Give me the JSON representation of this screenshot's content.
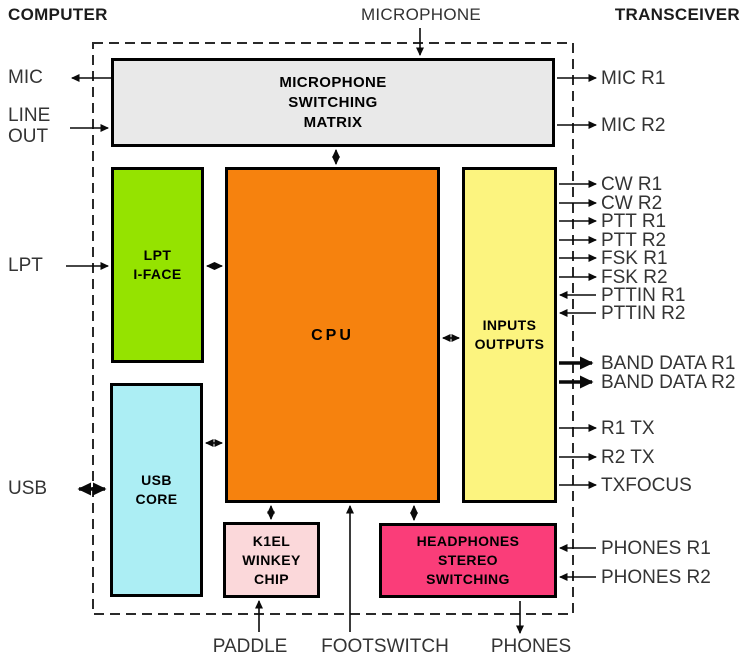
{
  "headers": {
    "computer": "COMPUTER",
    "microphone": "MICROPHONE",
    "transceiver": "TRANSCEIVER"
  },
  "blocks": {
    "matrix": {
      "label": "MICROPHONE\nSWITCHING\nMATRIX",
      "color": "#e9e9e9"
    },
    "lpt_iface": {
      "label": "LPT\nI-FACE",
      "color": "#95e300"
    },
    "cpu": {
      "label": "CPU",
      "color": "#f6820e"
    },
    "usb_core": {
      "label": "USB\nCORE",
      "color": "#aceef4"
    },
    "inputs_outputs": {
      "label": "INPUTS\nOUTPUTS",
      "color": "#fcf47f"
    },
    "winkey": {
      "label": "K1EL\nWINKEY\nCHIP",
      "color": "#fbd8da"
    },
    "headphones": {
      "label": "HEADPHONES\nSTEREO\nSWITCHING",
      "color": "#fa3d79"
    }
  },
  "left_ports": [
    {
      "label": "MIC",
      "direction": "out"
    },
    {
      "label": "LINE\nOUT",
      "direction": "in"
    },
    {
      "label": "LPT",
      "direction": "in"
    },
    {
      "label": "USB",
      "direction": "bidirectional"
    }
  ],
  "top_ports": [
    {
      "label": "MICROPHONE",
      "direction": "in"
    }
  ],
  "right_ports": [
    {
      "label": "MIC R1",
      "direction": "out"
    },
    {
      "label": "MIC R2",
      "direction": "out"
    },
    {
      "label": "CW R1",
      "direction": "out"
    },
    {
      "label": "CW R2",
      "direction": "out"
    },
    {
      "label": "PTT R1",
      "direction": "out"
    },
    {
      "label": "PTT R2",
      "direction": "out"
    },
    {
      "label": "FSK R1",
      "direction": "out"
    },
    {
      "label": "FSK R2",
      "direction": "out"
    },
    {
      "label": "PTTIN R1",
      "direction": "in"
    },
    {
      "label": "PTTIN R2",
      "direction": "in"
    },
    {
      "label": "BAND DATA R1",
      "direction": "out",
      "emphasis": "bold-arrow"
    },
    {
      "label": "BAND DATA R2",
      "direction": "out",
      "emphasis": "bold-arrow"
    },
    {
      "label": "R1 TX",
      "direction": "out"
    },
    {
      "label": "R2 TX",
      "direction": "out"
    },
    {
      "label": "TXFOCUS",
      "direction": "out"
    },
    {
      "label": "PHONES R1",
      "direction": "in"
    },
    {
      "label": "PHONES R2",
      "direction": "in"
    }
  ],
  "bottom_ports": [
    {
      "label": "PADDLE",
      "direction": "in"
    },
    {
      "label": "FOOTSWITCH",
      "direction": "in"
    },
    {
      "label": "PHONES",
      "direction": "out"
    }
  ]
}
